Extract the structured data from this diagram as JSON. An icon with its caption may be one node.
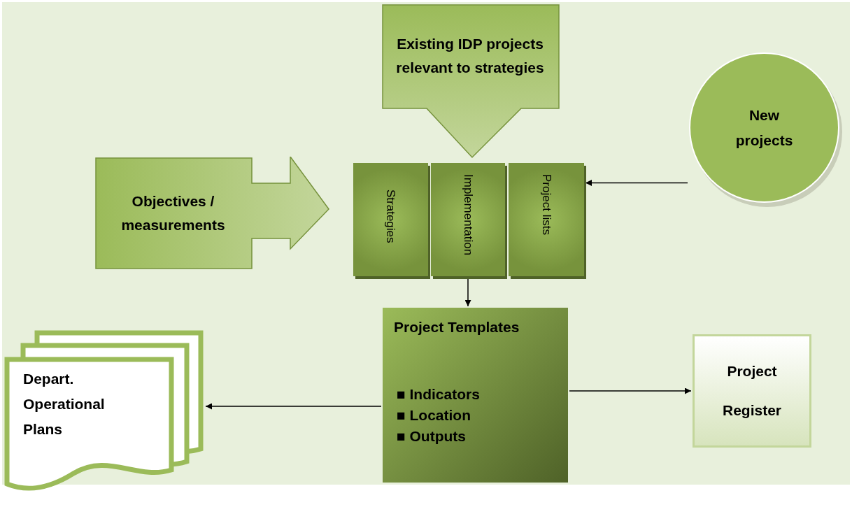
{
  "diagram": {
    "nodes": [
      {
        "text": [
          "Existing IDP projects relevant to strategies"
        ]
      },
      {
        "text": [
          "New projects"
        ]
      },
      {
        "text": [
          "Objectives / measurements"
        ]
      },
      {
        "text": [
          "Strategies"
        ]
      },
      {
        "text": [
          "Implementation"
        ]
      },
      {
        "text": [
          "Project lists"
        ]
      },
      {
        "text": [
          "Project Templates",
          "■ Indicators",
          "■ Location",
          "■ Outputs"
        ]
      },
      {
        "text": [
          "Depart. Operational Plans"
        ]
      },
      {
        "text": [
          "Project Register"
        ]
      }
    ],
    "edges": [
      {
        "from": 1,
        "to": 5,
        "arrow": "to"
      },
      {
        "from": 4,
        "to": 6,
        "arrow": "to"
      },
      {
        "from": 6,
        "to": 7,
        "arrow": "to"
      },
      {
        "from": 6,
        "to": 8,
        "arrow": "to"
      }
    ]
  }
}
